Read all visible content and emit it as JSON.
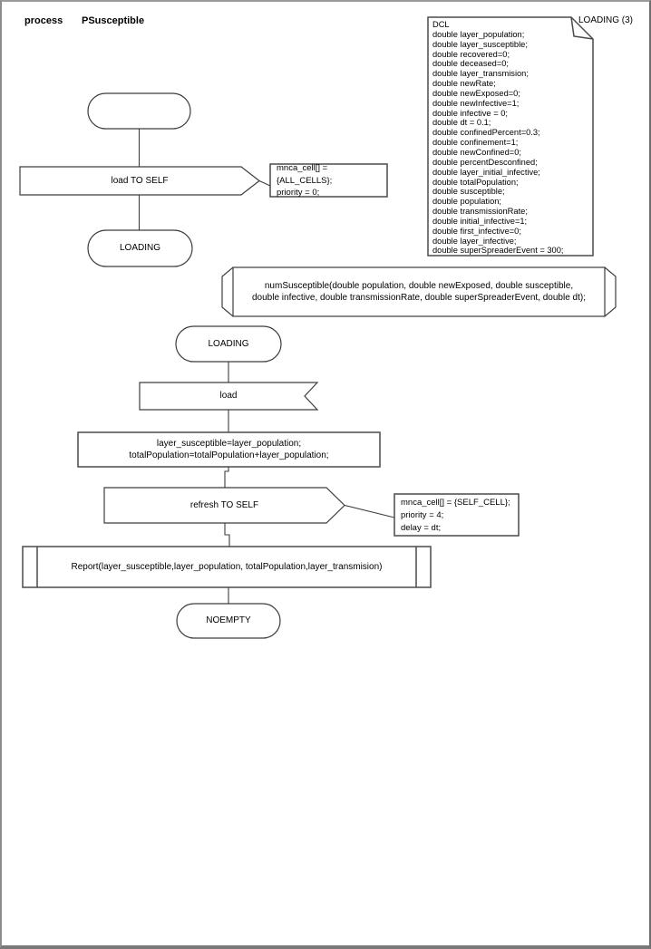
{
  "header": {
    "type_label": "process",
    "process_name": "PSusceptible",
    "page_label": "LOADING (3)"
  },
  "declarations_text": "DCL\ndouble layer_population;\ndouble layer_susceptible;\ndouble recovered=0;\ndouble deceased=0;\ndouble layer_transmision;\ndouble newRate;\ndouble newExposed=0;\ndouble newInfective=1;\ndouble infective = 0;\ndouble dt = 0.1;\ndouble confinedPercent=0.3;\ndouble confinement=1;\ndouble newConfined=0;\ndouble percentDesconfined;\ndouble layer_initial_infective;\ndouble totalPopulation;\ndouble susceptible;\ndouble population;\ndouble transmissionRate;\ndouble initial_infective=1;\ndouble first_infective=0;\ndouble layer_infective;\ndouble superSpreaderEvent = 300;",
  "flow": {
    "output_load": "load TO SELF",
    "comment_load": "mnca_cell[] = {ALL_CELLS};\npriority = 0;",
    "state_loading_top": "LOADING",
    "procedure_declaration": "numSusceptible(double population, double newExposed, double susceptible,\ndouble infective, double transmissionRate, double superSpreaderEvent, double dt);",
    "state_loading": "LOADING",
    "input_load": "load",
    "task_assign": "layer_susceptible=layer_population;\ntotalPopulation=totalPopulation+layer_population;",
    "output_refresh": "refresh TO SELF",
    "comment_refresh": "mnca_cell[] = {SELF_CELL};\npriority = 4;\ndelay = dt;",
    "procedure_call_report": "Report(layer_susceptible,layer_population, totalPopulation,layer_transmision)",
    "state_noempty": "NOEMPTY"
  },
  "colors": {
    "shape_stroke": "#3d3d3d",
    "box_stroke": "#4a4a4a",
    "page_border": "#8c8c8c",
    "text": "#000000",
    "background": "#ffffff"
  }
}
